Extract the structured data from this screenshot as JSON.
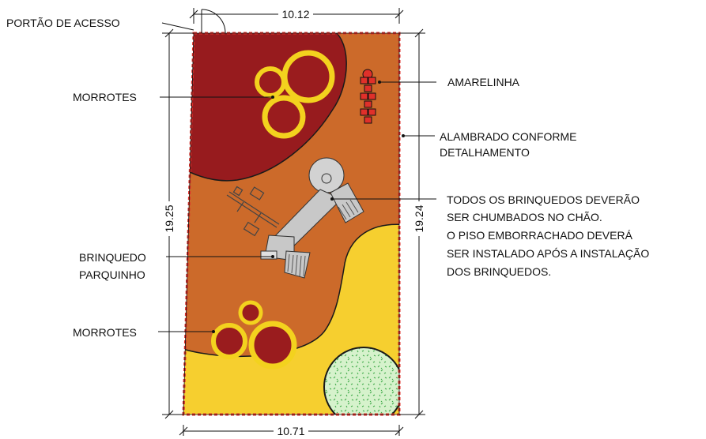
{
  "colors": {
    "ground": "#cc6a2a",
    "dark_area": "#971b1e",
    "yellow_area": "#f6cf2f",
    "grass": "#d2f1c7",
    "fence": "#e0302a",
    "mound_fill": "#9a1c1e",
    "mound_ring": "#f3d21e",
    "toy_gray": "#c8c8c8",
    "line": "#111111"
  },
  "labels": {
    "gate": "PORTÃO DE ACESSO",
    "mounds_top": "MORROTES",
    "hopscotch": "AMARELINHA",
    "fence_1": "ALAMBRADO CONFORME",
    "fence_2": "DETALHAMENTO",
    "note_1": "TODOS OS BRINQUEDOS DEVERÃO",
    "note_2": "SER CHUMBADOS NO CHÃO.",
    "note_3": "O PISO EMBORRACHADO DEVERÁ",
    "note_4": "SER INSTALADO APÓS A INSTALAÇÃO",
    "note_5": "DOS BRINQUEDOS.",
    "toy_1": "BRINQUEDO",
    "toy_2": "PARQUINHO",
    "mounds_bottom": "MORROTES"
  },
  "dimensions": {
    "top": "10.12",
    "bottom": "10.71",
    "left": "19.25",
    "right": "19.24"
  }
}
